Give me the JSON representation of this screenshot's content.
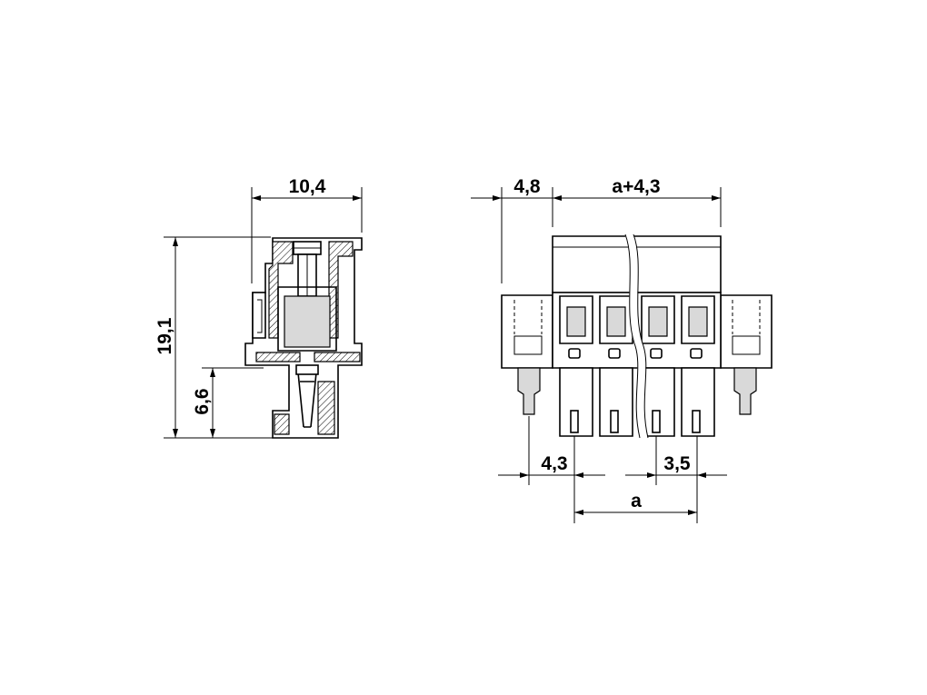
{
  "dimensions": {
    "side_width": "10,4",
    "side_height": "19,1",
    "side_pin_height": "6,6",
    "front_offset": "4,8",
    "front_width": "a+4,3",
    "front_pin_offset": "4,3",
    "front_pitch": "3,5",
    "front_span": "a"
  }
}
